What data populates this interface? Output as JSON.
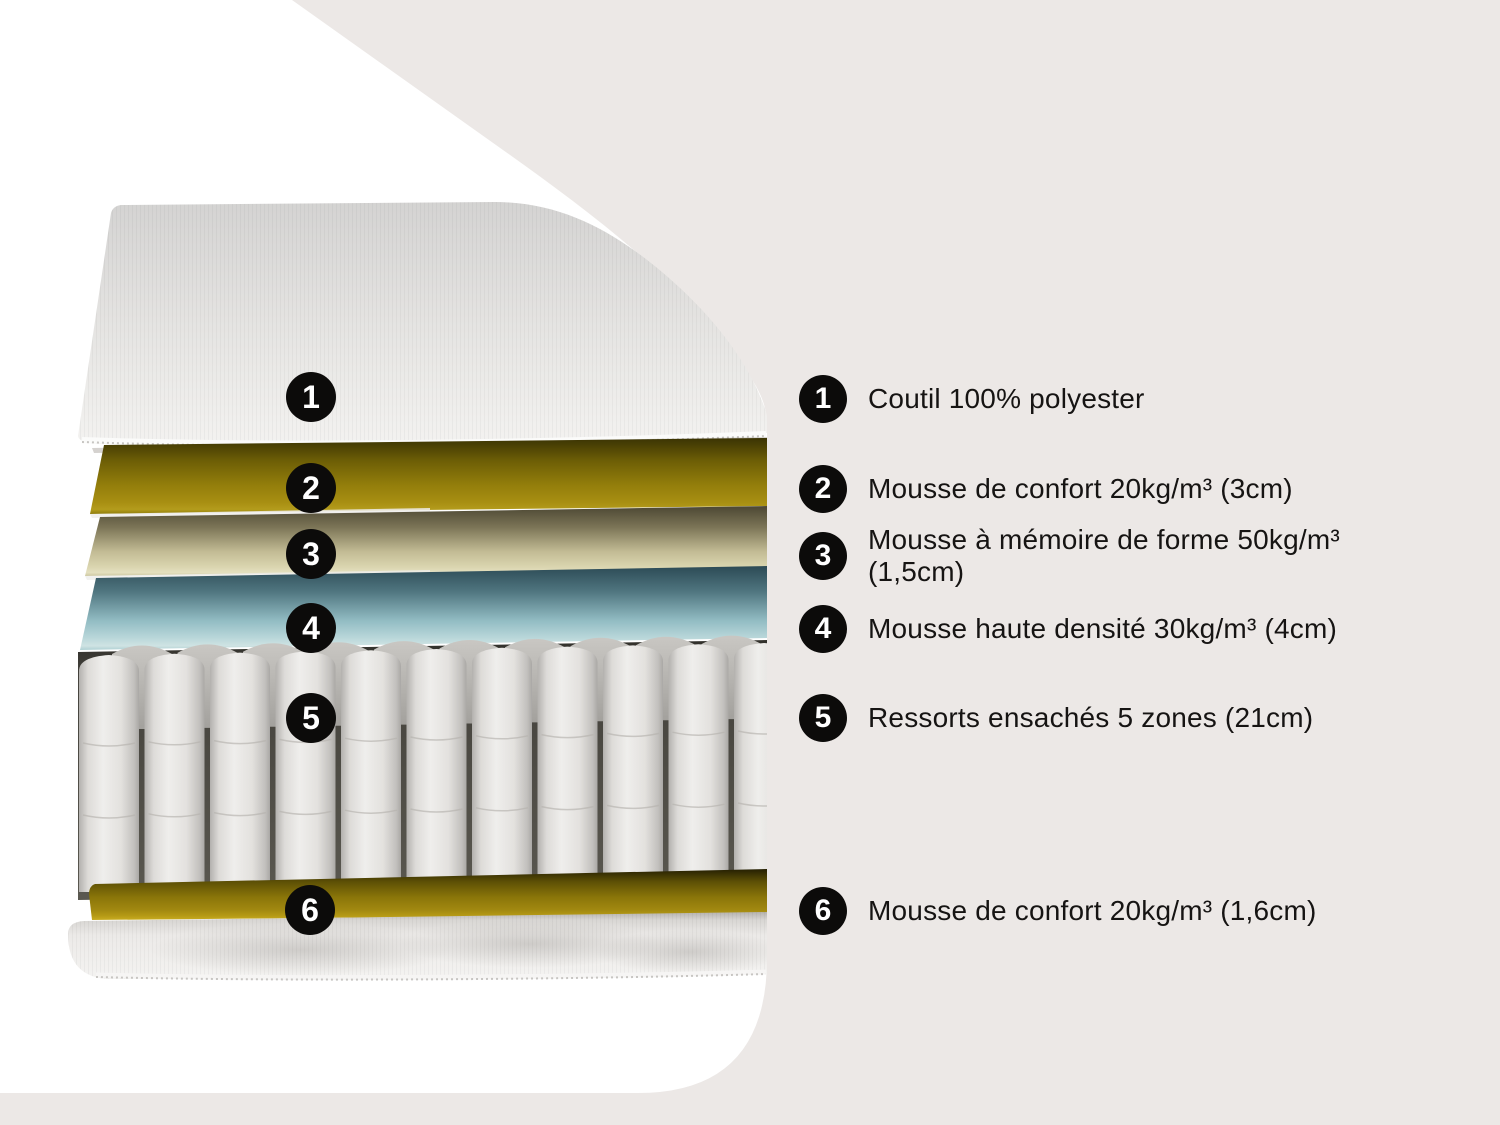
{
  "page": {
    "bg_color": "#ece8e6",
    "backdrop_color": "#ffffff",
    "badge_color": "#0c0b0a",
    "text_color": "#161413"
  },
  "diagram": {
    "description": "mattress-cutaway-layers",
    "layer_colors": {
      "cover_white": "#efeeec",
      "comfort_foam_yellow": "#a88f12",
      "memory_foam_cream": "#d9d4ae",
      "high_density_foam_blue": "#b8d6d9",
      "pocket_springs_grey": "#efeeec",
      "bottom_foam_yellow": "#a18810",
      "base_fabric_white": "#f4f3f1"
    }
  },
  "legend": {
    "items": [
      {
        "number": "1",
        "lines": [
          "Coutil 100% polyester"
        ]
      },
      {
        "number": "2",
        "lines": [
          "Mousse de confort 20kg/m³ (3cm)"
        ]
      },
      {
        "number": "3",
        "lines": [
          "Mousse à mémoire de forme 50kg/m³",
          "(1,5cm)"
        ]
      },
      {
        "number": "4",
        "lines": [
          "Mousse haute densité 30kg/m³ (4cm)"
        ]
      },
      {
        "number": "5",
        "lines": [
          "Ressorts ensachés 5 zones (21cm)"
        ]
      },
      {
        "number": "6",
        "lines": [
          "Mousse de confort 20kg/m³ (1,6cm)"
        ]
      }
    ]
  }
}
